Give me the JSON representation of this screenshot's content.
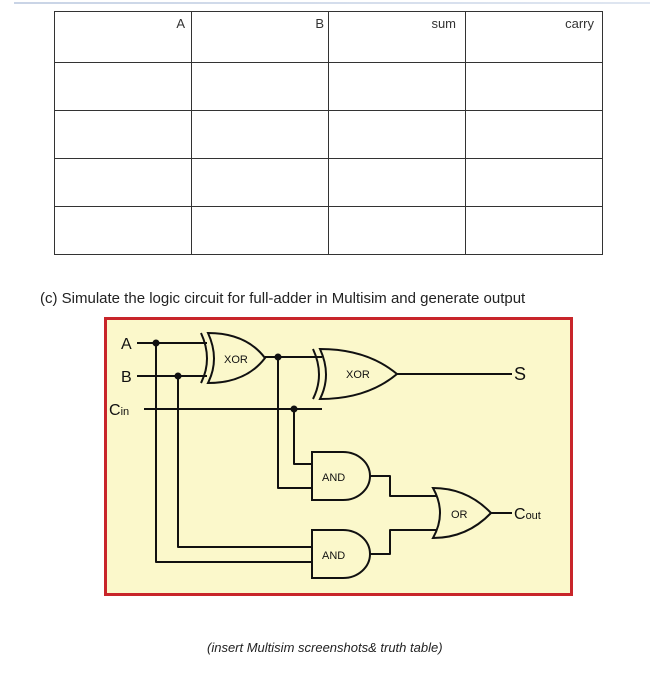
{
  "table": {
    "headers": [
      "A",
      "B",
      "sum",
      "carry"
    ],
    "rows": [
      [
        "",
        "",
        "",
        ""
      ],
      [
        "",
        "",
        "",
        ""
      ],
      [
        "",
        "",
        "",
        ""
      ],
      [
        "",
        "",
        "",
        ""
      ]
    ]
  },
  "question": "(c) Simulate the logic circuit for full-adder in Multisim and generate output",
  "circuit": {
    "inputs": {
      "a": "A",
      "b": "B",
      "cin_main": "C",
      "cin_sub": "in"
    },
    "gates": {
      "xor1": "XOR",
      "xor2": "XOR",
      "and1": "AND",
      "and2": "AND",
      "or1": "OR"
    },
    "outputs": {
      "s": "S",
      "cout_main": "C",
      "cout_sub": "out"
    },
    "colors": {
      "frame": "#c8252a",
      "background": "#fbf8cb",
      "wire": "#111111"
    }
  },
  "caption": "(insert Multisim screenshots& truth table)"
}
